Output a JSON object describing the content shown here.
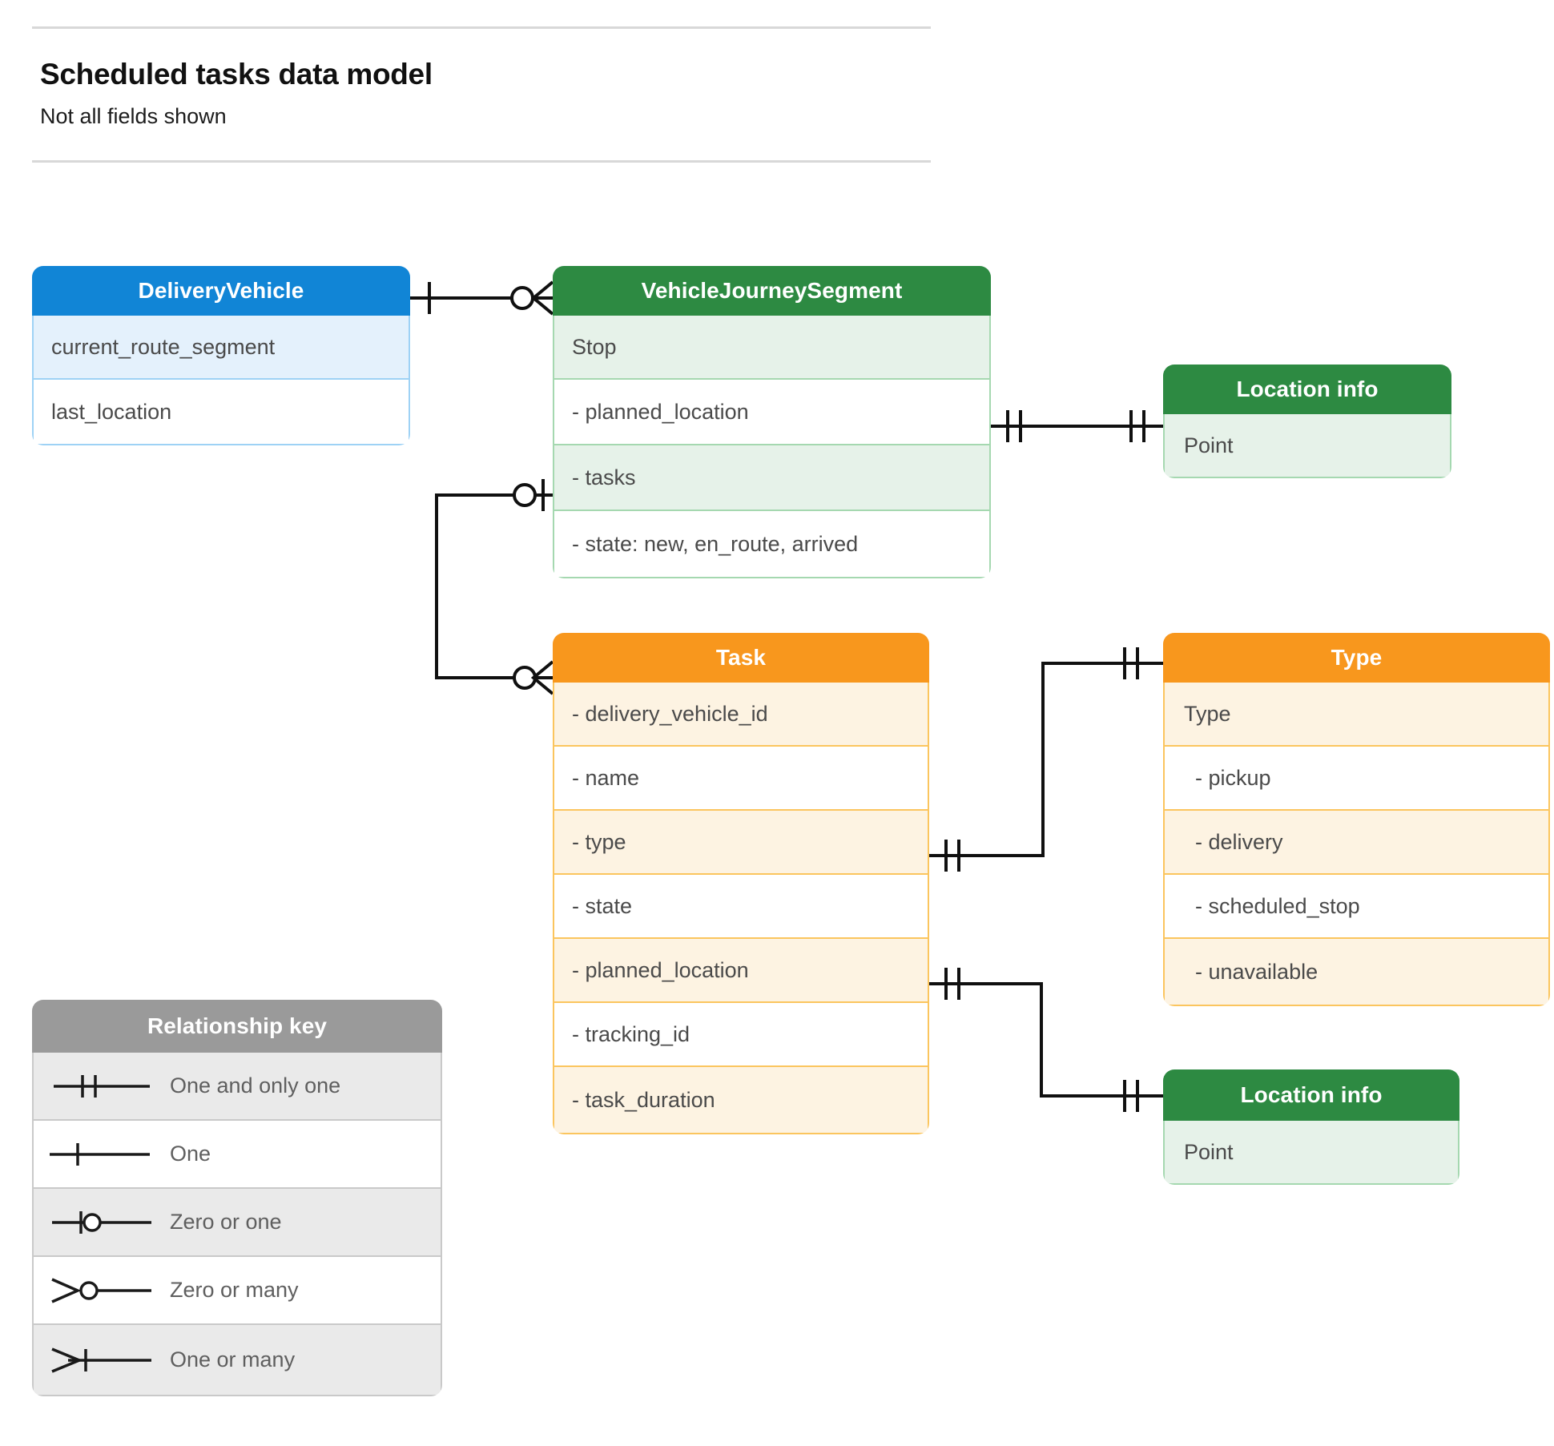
{
  "header": {
    "title": "Scheduled tasks data model",
    "subtitle": "Not all fields shown"
  },
  "colors": {
    "blue_header": "#1185d6",
    "blue_row": "#e4f1fc",
    "blue_border": "#9ed2f5",
    "green_header": "#2d8a42",
    "green_row": "#e6f2e9",
    "green_border": "#a5d8b0",
    "orange_header": "#f8971d",
    "orange_row": "#fdf3e2",
    "orange_border": "#fbc55e",
    "grey_header": "#9a9a9a",
    "grey_row": "#eaeaea",
    "grey_border": "#c9c9c9",
    "connector": "#101010",
    "text": "#4a4a4a"
  },
  "entities": {
    "delivery_vehicle": {
      "title": "DeliveryVehicle",
      "rows": [
        "current_route_segment",
        "last_location"
      ]
    },
    "vehicle_journey_segment": {
      "title": "VehicleJourneySegment",
      "rows": [
        "Stop",
        "-  planned_location",
        "- tasks",
        "- state: new, en_route, arrived"
      ]
    },
    "location_info_top": {
      "title": "Location info",
      "rows": [
        "Point"
      ]
    },
    "task": {
      "title": "Task",
      "rows": [
        "- delivery_vehicle_id",
        "- name",
        "- type",
        "- state",
        "- planned_location",
        "- tracking_id",
        "- task_duration"
      ]
    },
    "type": {
      "title": "Type",
      "rows": [
        "Type",
        "-  pickup",
        "-  delivery",
        "-  scheduled_stop",
        "-  unavailable"
      ]
    },
    "location_info_bottom": {
      "title": "Location info",
      "rows": [
        "Point"
      ]
    }
  },
  "legend": {
    "title": "Relationship key",
    "items": [
      {
        "symbol": "one-and-only-one",
        "label": "One and only one"
      },
      {
        "symbol": "one",
        "label": "One"
      },
      {
        "symbol": "zero-or-one",
        "label": "Zero or one"
      },
      {
        "symbol": "zero-or-many",
        "label": "Zero or many"
      },
      {
        "symbol": "one-or-many",
        "label": "One or many"
      }
    ]
  },
  "relationships": [
    {
      "from": "DeliveryVehicle",
      "to": "VehicleJourneySegment",
      "from_cardinality": "One",
      "to_cardinality": "Zero or many"
    },
    {
      "from": "VehicleJourneySegment.planned_location",
      "to": "Location info",
      "from_cardinality": "One and only one",
      "to_cardinality": "One and only one"
    },
    {
      "from": "VehicleJourneySegment.tasks",
      "to": "Task",
      "from_cardinality": "Zero or one",
      "to_cardinality": "Zero or many"
    },
    {
      "from": "Task.type",
      "to": "Type",
      "from_cardinality": "One and only one",
      "to_cardinality": "One and only one"
    },
    {
      "from": "Task.planned_location",
      "to": "Location info",
      "from_cardinality": "One and only one",
      "to_cardinality": "One and only one"
    }
  ]
}
